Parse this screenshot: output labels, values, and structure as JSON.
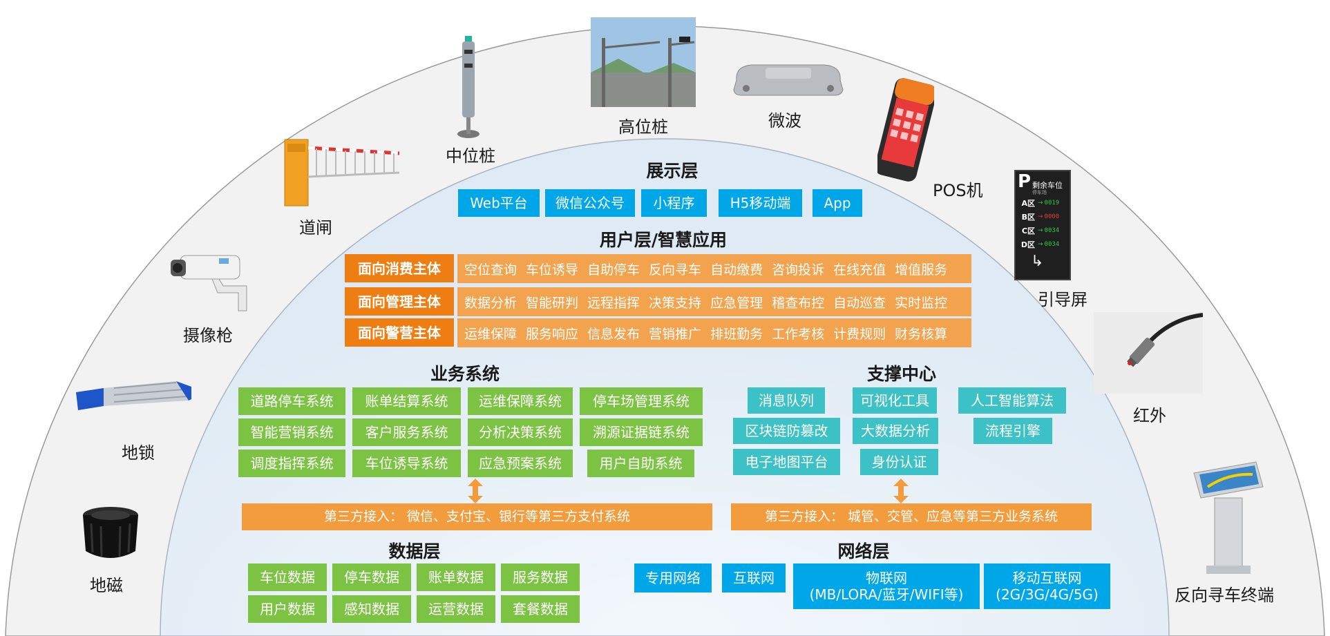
{
  "devices": {
    "dici": "地磁",
    "disuo": "地锁",
    "shexiangqiang": "摄像枪",
    "daozha": "道闸",
    "zhongweizhuang": "中位桩",
    "gaoweizhuang": "高位桩",
    "weibo": "微波",
    "pos": "POS机",
    "yindaoping": "引导屏",
    "hongwai": "红外",
    "fanxiang": "反向寻车终端"
  },
  "guide_screen": {
    "p": "P",
    "title": "剩余车位",
    "sub": "停车场",
    "zones": [
      {
        "zone": "A区",
        "count": "0019"
      },
      {
        "zone": "B区",
        "count": "0000"
      },
      {
        "zone": "C区",
        "count": "0034"
      },
      {
        "zone": "D区",
        "count": "0034"
      }
    ]
  },
  "display_layer": {
    "title": "展示层",
    "items": [
      "Web平台",
      "微信公众号",
      "小程序",
      "H5移动端",
      "App"
    ]
  },
  "user_layer": {
    "title": "用户层/智慧应用",
    "rows": [
      {
        "label": "面向消费主体",
        "items": [
          "空位查询",
          "车位诱导",
          "自助停车",
          "反向寻车",
          "自动缴费",
          "咨询投诉",
          "在线充值",
          "增值服务"
        ]
      },
      {
        "label": "面向管理主体",
        "items": [
          "数据分析",
          "智能研判",
          "远程指挥",
          "决策支持",
          "应急管理",
          "稽查布控",
          "自动巡查",
          "实时监控"
        ]
      },
      {
        "label": "面向警营主体",
        "items": [
          "运维保障",
          "服务响应",
          "信息发布",
          "营销推广",
          "排班勤务",
          "工作考核",
          "计费规则",
          "财务核算"
        ]
      }
    ]
  },
  "business": {
    "title": "业务系统",
    "items": [
      "道路停车系统",
      "账单结算系统",
      "运维保障系统",
      "停车场管理系统",
      "智能营销系统",
      "客户服务系统",
      "分析决策系统",
      "溯源证据链系统",
      "调度指挥系统",
      "车位诱导系统",
      "应急预案系统",
      "用户自助系统"
    ],
    "third_party": "第三方接入：  微信、支付宝、银行等第三方支付系统"
  },
  "support": {
    "title": "支撑中心",
    "items": [
      "消息队列",
      "可视化工具",
      "人工智能算法",
      "区块链防篡改",
      "大数据分析",
      "流程引擎",
      "电子地图平台",
      "身份认证"
    ],
    "third_party": "第三方接入：  城管、交管、应急等第三方业务系统"
  },
  "data_layer": {
    "title": "数据层",
    "items": [
      "车位数据",
      "停车数据",
      "账单数据",
      "服务数据",
      "用户数据",
      "感知数据",
      "运营数据",
      "套餐数据"
    ]
  },
  "network_layer": {
    "title": "网络层",
    "items": [
      "专用网络",
      "互联网"
    ],
    "iot_line1": "物联网",
    "iot_line2": "(MB/LORA/蓝牙/WIFI等)",
    "mobile_line1": "移动互联网",
    "mobile_line2": "(2G/3G/4G/5G)"
  },
  "colors": {
    "blue": "#00a7e8",
    "green": "#7cc243",
    "teal": "#3cc2c6",
    "orange": "#f39c3e",
    "dark_orange": "#ee7d12",
    "outer_arc": "#f2f2f2",
    "inner_arc": "#e3edf5"
  }
}
